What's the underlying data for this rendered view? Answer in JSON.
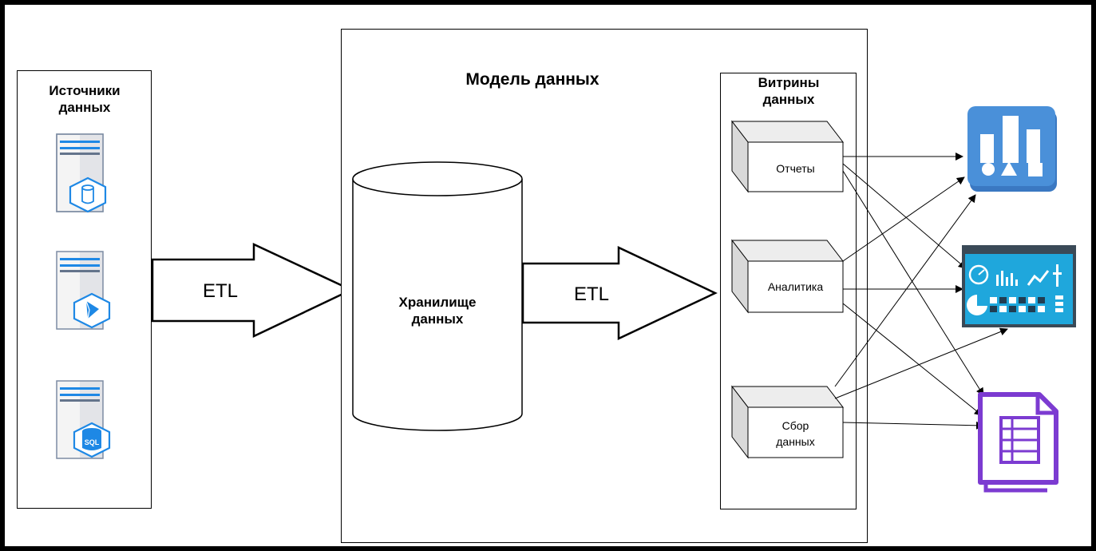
{
  "sources": {
    "title_line1": "Источники",
    "title_line2": "данных",
    "servers": [
      {
        "icon": "server-database-icon"
      },
      {
        "icon": "server-dynamics-icon"
      },
      {
        "icon": "server-sql-icon",
        "badge": "SQL"
      }
    ]
  },
  "etl_left": {
    "label": "ETL"
  },
  "model": {
    "title": "Модель данных"
  },
  "warehouse": {
    "line1": "Хранилище",
    "line2": "данных"
  },
  "etl_right": {
    "label": "ETL"
  },
  "marts": {
    "title_line1": "Витрины",
    "title_line2": "данных",
    "items": [
      {
        "line1": "Отчеты",
        "line2": ""
      },
      {
        "line1": "Аналитика",
        "line2": ""
      },
      {
        "line1": "Сбор",
        "line2": "данных"
      }
    ]
  },
  "consumers": [
    {
      "icon": "bar-chart-report-icon"
    },
    {
      "icon": "dashboard-icon"
    },
    {
      "icon": "document-form-icon"
    }
  ],
  "colors": {
    "frame": "#000000",
    "server_blue": "#1e88e5",
    "report_blue": "#4a90d9",
    "dashboard_bg": "#1fa7dc",
    "dashboard_frame": "#3a4a57",
    "document_purple": "#7c3bd1"
  }
}
